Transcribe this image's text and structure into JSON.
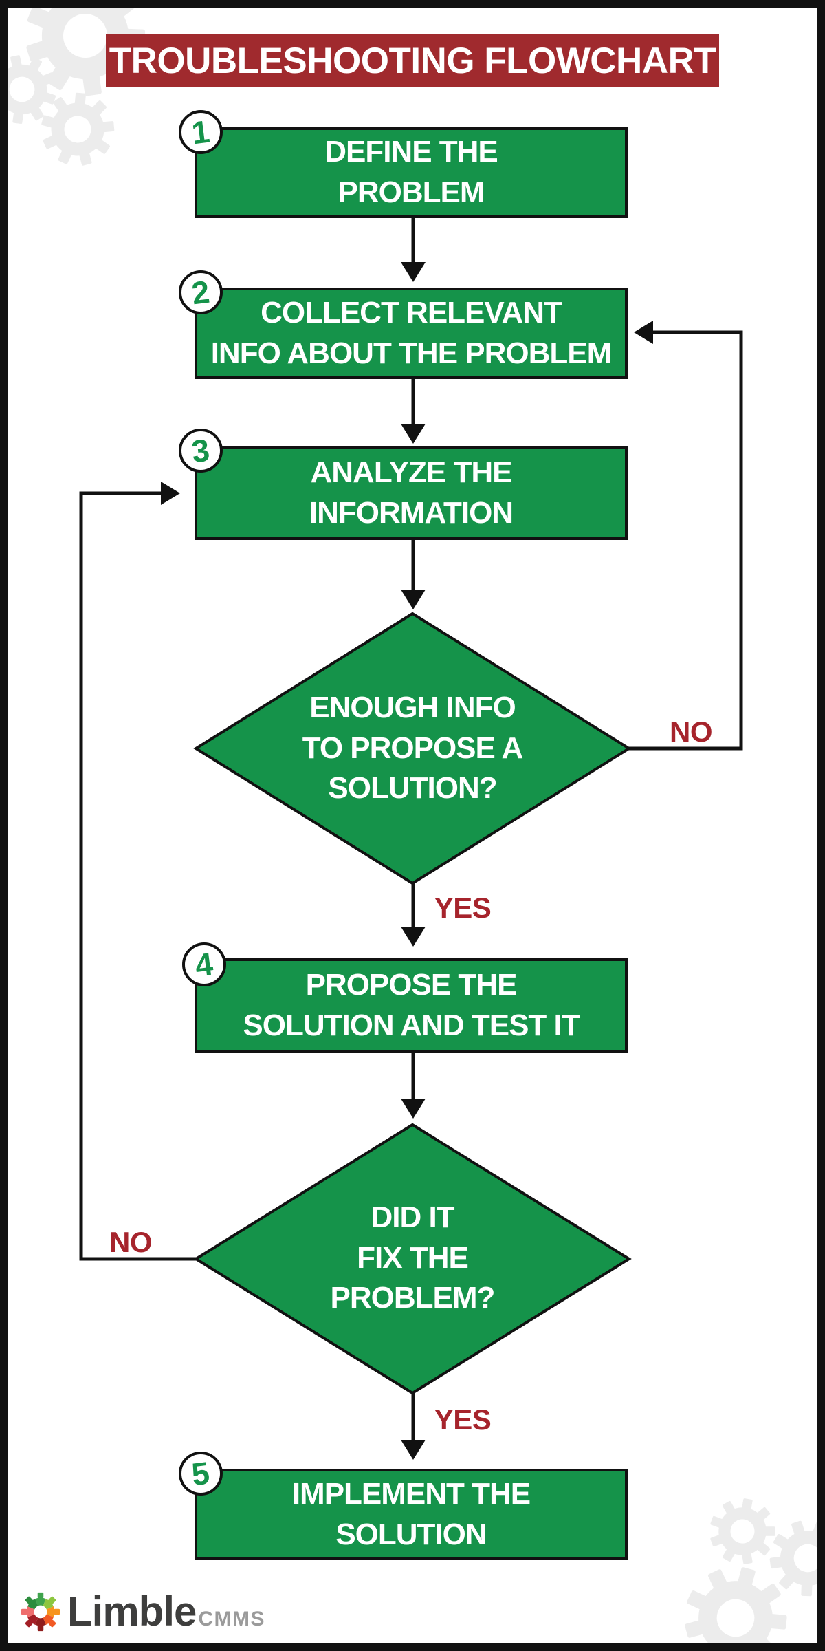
{
  "title": {
    "text": "TROUBLESHOOTING FLOWCHART"
  },
  "steps": [
    {
      "num": "1",
      "label": "DEFINE THE\nPROBLEM"
    },
    {
      "num": "2",
      "label": "COLLECT RELEVANT\nINFO ABOUT THE PROBLEM"
    },
    {
      "num": "3",
      "label": "ANALYZE THE\nINFORMATION"
    },
    {
      "num": "4",
      "label": "PROPOSE THE\nSOLUTION AND TEST IT"
    },
    {
      "num": "5",
      "label": "IMPLEMENT THE\nSOLUTION"
    }
  ],
  "decisions": [
    {
      "question": "ENOUGH INFO\nTO PROPOSE A\nSOLUTION?",
      "no_label": "NO",
      "yes_label": "YES"
    },
    {
      "question": "DID IT\nFIX THE\nPROBLEM?",
      "no_label": "NO",
      "yes_label": "YES"
    }
  ],
  "footer": {
    "brand": "Limble",
    "suffix": "CMMS"
  },
  "icons": {
    "corner_watermarks": "gear-icon",
    "logo_mark": "limble-gear-icon"
  },
  "colors": {
    "node_green": "#15934a",
    "banner_red": "#a02a2e",
    "label_red": "#a6242c",
    "outline": "#111111",
    "watermark_gray": "#ececec",
    "brand_text": "#3e3e3d",
    "brand_suffix": "#9b9b9b"
  }
}
